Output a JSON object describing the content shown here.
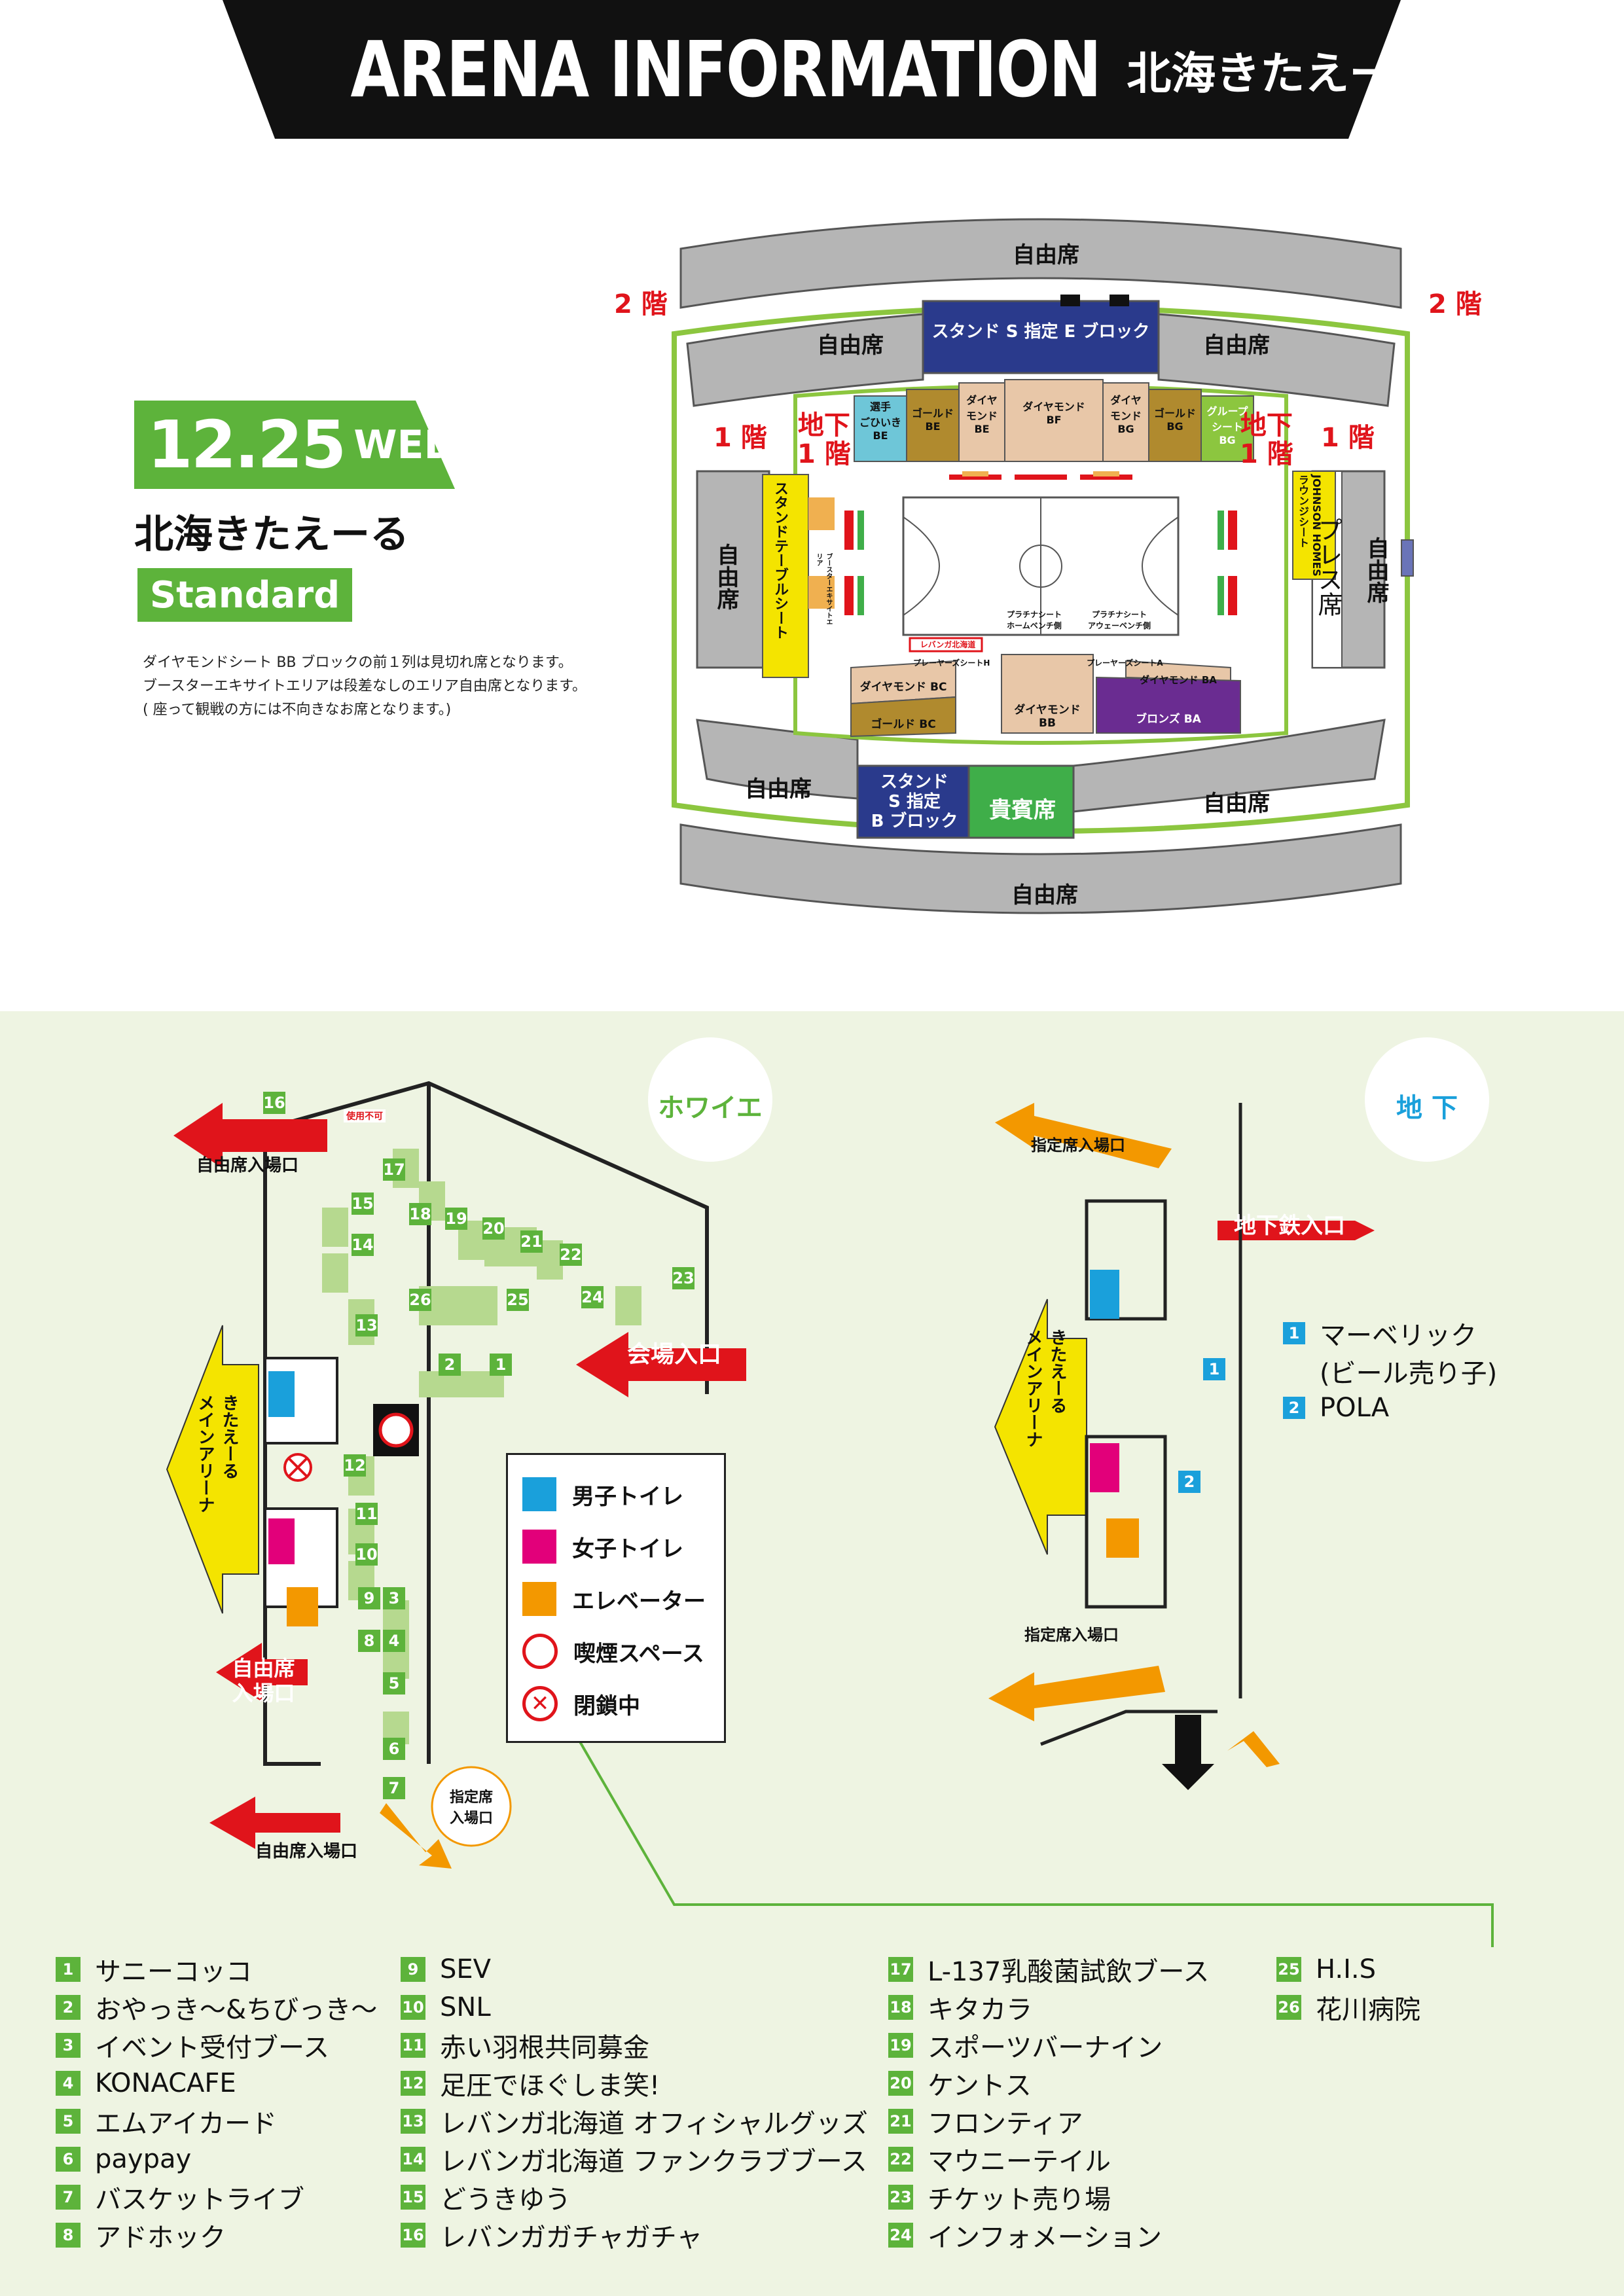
{
  "header": {
    "title": "ARENA INFORMATION",
    "venue": "北海きたえーる"
  },
  "event": {
    "date": "12.25",
    "weekday": "WED",
    "venue": "北海きたえーる",
    "plan": "Standard",
    "notes": [
      "ダイヤモンドシート BB ブロックの前１列は見切れ席となります。",
      "ブースターエキサイトエリアは段差なしのエリア自由席となります。",
      "( 座って観戦の方には不向きなお席となります。)"
    ]
  },
  "seat_map": {
    "floor2_left": "2 階",
    "floor2_right": "2 階",
    "floor1_left": "1 階",
    "floor1_right": "1 階",
    "basement_left": "地下\n1 階",
    "basement_right": "地下\n1 階",
    "free_seat": "自由席",
    "stand_s_e": "スタンド S 指定 E ブロック",
    "stand_s_b": "スタンド\nS 指定\nB ブロック",
    "vip": "貴賓席",
    "press": "プレス席",
    "stand_table": "スタンドテーブルシート",
    "lounge": "JOHNSON HOMES\nラウンジシート",
    "diamond_bf": "ダイヤモンド\nBF",
    "diamond_be": "ダイヤ\nモンド\nBE",
    "diamond_bg": "ダイヤ\nモンド\nBG",
    "gold_be": "ゴールド\nBE",
    "gold_bg": "ゴールド\nBG",
    "player_be": "選手\nごひいき\nBE",
    "group_bg": "グループ\nシート\nBG",
    "diamond_bc": "ダイヤモンド BC",
    "gold_bc": "ゴールド BC",
    "diamond_bb": "ダイヤモンド\nBB",
    "diamond_ba": "ダイヤモンド BA",
    "bronze_ba": "ブロンズ BA",
    "booster": "ブースターエキサイトエリア",
    "platinum_home": "プラチナシート\nホームベンチ側",
    "platinum_away": "プラチナシート\nアウェーベンチ側",
    "players_h": "プレーヤーズシートH",
    "players_a": "プレーヤーズシートA",
    "levanga_bench": "レバンガ北海道"
  },
  "foyer": {
    "label_foyer": "ホワイエ",
    "label_basement": "地 下",
    "entrance": "会場入口",
    "subway_entrance": "地下鉄入口",
    "free_entrance_top": "自由席入場口",
    "free_entrance_mid": "自由席\n入場口",
    "free_entrance_bottom": "自由席入場口",
    "reserved_entrance": "指定席\n入場口",
    "reserved_entrance_b1": "指定席入場口",
    "reserved_entrance_b2": "指定席入場口",
    "main_arena_left": "きたえーる\nメインアリーナ",
    "main_arena_right": "きたえーる\nメインアリーナ",
    "closed_tag": "使用不可"
  },
  "facility_legend": [
    {
      "icon": "male-restroom-icon",
      "label": "男子トイレ"
    },
    {
      "icon": "female-restroom-icon",
      "label": "女子トイレ"
    },
    {
      "icon": "elevator-icon",
      "label": "エレベーター"
    },
    {
      "icon": "smoking-area-icon",
      "label": "喫煙スペース"
    },
    {
      "icon": "closed-icon",
      "label": "閉鎖中"
    }
  ],
  "basement_booths": [
    {
      "num": "1",
      "name": "マーベリック\n(ビール売り子)"
    },
    {
      "num": "2",
      "name": "POLA"
    }
  ],
  "booths": [
    {
      "num": "1",
      "name": "サニーコッコ"
    },
    {
      "num": "2",
      "name": "おやっき～&ちびっき～"
    },
    {
      "num": "3",
      "name": "イベント受付ブース"
    },
    {
      "num": "4",
      "name": "KONACAFE"
    },
    {
      "num": "5",
      "name": "エムアイカード"
    },
    {
      "num": "6",
      "name": "paypay"
    },
    {
      "num": "7",
      "name": "バスケットライブ"
    },
    {
      "num": "8",
      "name": "アドホック"
    },
    {
      "num": "9",
      "name": "SEV"
    },
    {
      "num": "10",
      "name": "SNL"
    },
    {
      "num": "11",
      "name": "赤い羽根共同募金"
    },
    {
      "num": "12",
      "name": "足圧でほぐしま笑!"
    },
    {
      "num": "13",
      "name": "レバンガ北海道 オフィシャルグッズ"
    },
    {
      "num": "14",
      "name": "レバンガ北海道 ファンクラブブース"
    },
    {
      "num": "15",
      "name": "どうきゆう"
    },
    {
      "num": "16",
      "name": "レバンガガチャガチャ"
    },
    {
      "num": "17",
      "name": "L-137乳酸菌試飲ブース"
    },
    {
      "num": "18",
      "name": "キタカラ"
    },
    {
      "num": "19",
      "name": "スポーツバーナイン"
    },
    {
      "num": "20",
      "name": "ケントス"
    },
    {
      "num": "21",
      "name": "フロンティア"
    },
    {
      "num": "22",
      "name": "マウニーテイル"
    },
    {
      "num": "23",
      "name": "チケット売り場"
    },
    {
      "num": "24",
      "name": "インフォメーション"
    },
    {
      "num": "25",
      "name": "H.I.S"
    },
    {
      "num": "26",
      "name": "花川病院"
    }
  ],
  "colors": {
    "green": "#5db33b",
    "red": "#e0141b",
    "navy": "#2a3a8c",
    "gold": "#b08a2e",
    "diamond": "#e8c7a8",
    "purple": "#6a2c91",
    "yellow": "#f4e400",
    "cyan": "#6ec6d8",
    "blue": "#1aa0db",
    "orange": "#f39800"
  }
}
